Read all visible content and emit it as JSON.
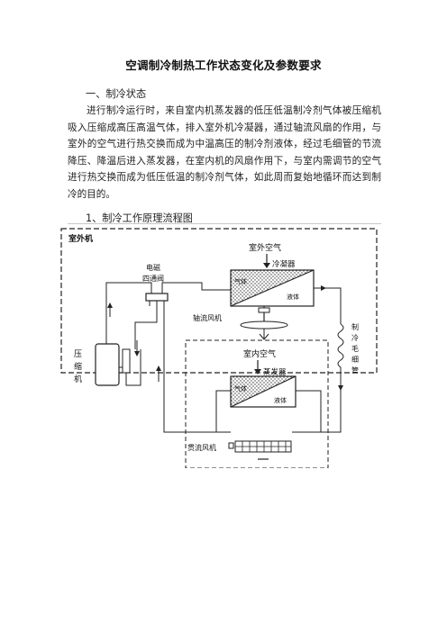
{
  "document": {
    "title": "空调制冷制热工作状态变化及参数要求",
    "section_heading": "一、制冷状态",
    "paragraph": "进行制冷运行时，来自室内机蒸发器的低压低温制冷剂气体被压缩机吸入压缩成高压高温气体，排入室外机冷凝器，通过轴流风扇的作用，与室外的空气进行热交换而成为中温高压的制冷剂液体，经过毛细管的节流降压、降温后进入蒸发器，在室内机的风扇作用下，与室内需调节的空气进行热交换而成为低压低温的制冷剂气体，如此周而复始地循环而达到制冷的目的。",
    "subheading": "1、制冷工作原理流程图"
  },
  "diagram": {
    "outdoor_unit_label": "室外机",
    "outdoor_air_label": "室外空气",
    "condenser_label": "冷凝器",
    "gas_label": "气体",
    "liquid_label": "液体",
    "four_way_valve_label_line1": "电磁",
    "four_way_valve_label_line2": "四通阀",
    "axial_fan_label": "轴流风机",
    "capillary_label": [
      "制",
      "冷",
      "毛",
      "细",
      "管"
    ],
    "compressor_label": [
      "压",
      "缩",
      "机"
    ],
    "indoor_air_label": "室内空气",
    "evaporator_label": "蒸发器",
    "evap_gas_label": "气体",
    "evap_liquid_label": "液体",
    "crossflow_fan_label": "贯流风机"
  }
}
